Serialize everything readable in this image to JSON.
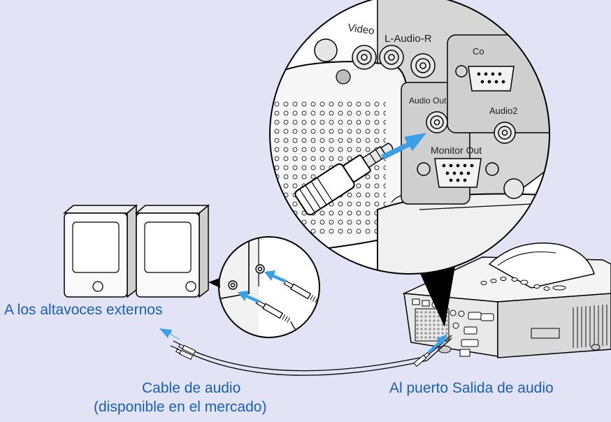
{
  "labels": {
    "speakers": "A los altavoces externos",
    "cable_line1": "Cable de audio",
    "cable_line2": "(disponible en el mercado)",
    "port": "Al puerto Salida de audio"
  },
  "ports": {
    "video": "Video",
    "l_audio_r": "L-Audio-R",
    "audio_out": "Audio Out",
    "monitor_out": "Monitor Out",
    "audio2": "Audio2",
    "computer_partial": "Co"
  },
  "colors": {
    "background": "#e2e4f5",
    "label_text": "#1a5fb4",
    "arrow": "#3aa0e6",
    "panel": "#d6d6d6",
    "outline": "#000000"
  },
  "icons": [
    "speaker-icon",
    "projector-icon",
    "audio-plug-icon",
    "arrow-icon"
  ]
}
